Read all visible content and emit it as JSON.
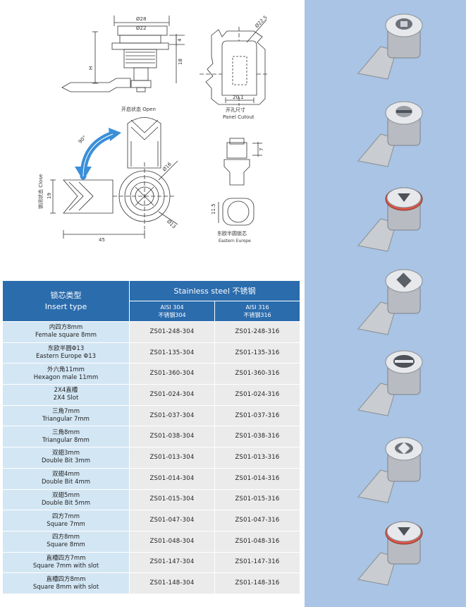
{
  "drawing": {
    "dims": {
      "d28": "Ø28",
      "d22": "Ø22",
      "h": "H",
      "four": "4",
      "eighteen": "18",
      "d225": "Ø22.5",
      "w201": "20.1",
      "d16": "Ø16",
      "d13": "Ø13",
      "forty_five": "45",
      "nineteen": "19",
      "seven": "7",
      "eleven5": "11.5",
      "angle": "90°"
    },
    "labels": {
      "open": "开启状态 Open",
      "close_cn": "锁闭状态 Close",
      "panel_cn": "开孔尺寸",
      "panel_en": "Panel Cutout",
      "eastern_cn": "东欧半圆锁芯",
      "eastern_en": "Eastern Europe"
    }
  },
  "table": {
    "head": {
      "insert_cn": "锁芯类型",
      "insert_en": "Insert type",
      "steel": "Stainless steel 不锈钢",
      "col1_a": "AISI 304",
      "col1_b": "不锈钢304",
      "col2_a": "AISI 316",
      "col2_b": "不锈钢316"
    },
    "rows": [
      {
        "cn": "内四方8mm",
        "en": "Female square 8mm",
        "c304": "ZS01-248-304",
        "c316": "ZS01-248-316"
      },
      {
        "cn": "东欧半圆Φ13",
        "en": "Eastern Europe Φ13",
        "c304": "ZS01-135-304",
        "c316": "ZS01-135-316"
      },
      {
        "cn": "外六角11mm",
        "en": "Hexagon male 11mm",
        "c304": "ZS01-360-304",
        "c316": "ZS01-360-316"
      },
      {
        "cn": "2X4直槽",
        "en": "2X4 Slot",
        "c304": "ZS01-024-304",
        "c316": "ZS01-024-316"
      },
      {
        "cn": "三角7mm",
        "en": "Triangular 7mm",
        "c304": "ZS01-037-304",
        "c316": "ZS01-037-316"
      },
      {
        "cn": "三角8mm",
        "en": "Triangular 8mm",
        "c304": "ZS01-038-304",
        "c316": "ZS01-038-316"
      },
      {
        "cn": "双翅3mm",
        "en": "Double Bit 3mm",
        "c304": "ZS01-013-304",
        "c316": "ZS01-013-316"
      },
      {
        "cn": "双翅4mm",
        "en": "Double Bit 4mm",
        "c304": "ZS01-014-304",
        "c316": "ZS01-014-316"
      },
      {
        "cn": "双翅5mm",
        "en": "Double Bit 5mm",
        "c304": "ZS01-015-304",
        "c316": "ZS01-015-316"
      },
      {
        "cn": "四方7mm",
        "en": "Square 7mm",
        "c304": "ZS01-047-304",
        "c316": "ZS01-047-316"
      },
      {
        "cn": "四方8mm",
        "en": "Square 8mm",
        "c304": "ZS01-048-304",
        "c316": "ZS01-048-316"
      },
      {
        "cn": "直槽四方7mm",
        "en": "Square 7mm with slot",
        "c304": "ZS01-147-304",
        "c316": "ZS01-147-316"
      },
      {
        "cn": "直槽四方8mm",
        "en": "Square 8mm with slot",
        "c304": "ZS01-148-304",
        "c316": "ZS01-148-316"
      }
    ]
  },
  "colors": {
    "header_blue": "#2b6cad",
    "type_cell": "#d3e6f4",
    "code_cell": "#ebebeb",
    "panel_bg": "#a9c4e4",
    "arrow_blue": "#3a8fd8"
  }
}
